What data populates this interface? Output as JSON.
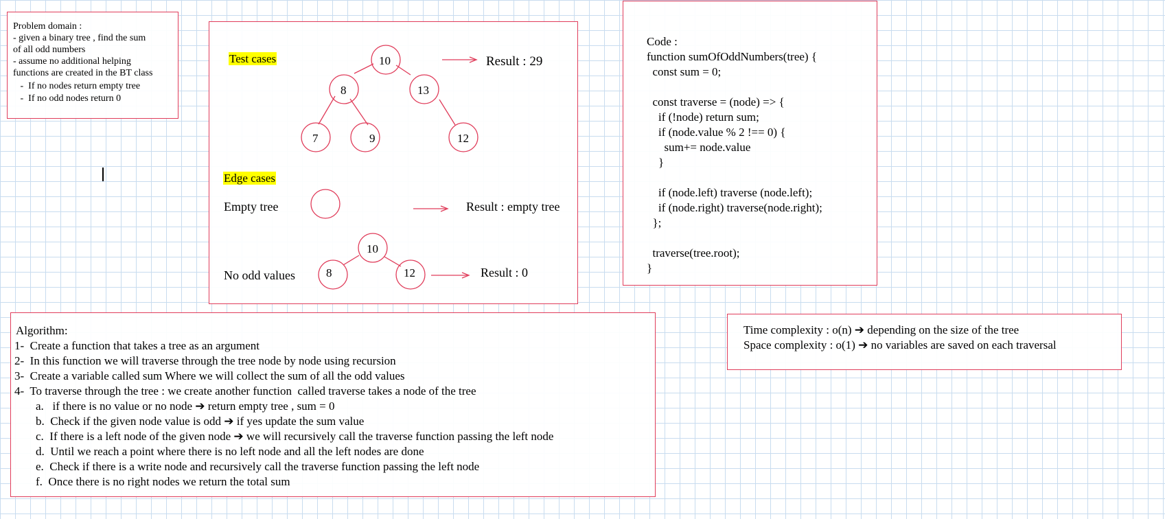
{
  "problem": {
    "title": "Problem domain :",
    "lines": [
      "- given a binary tree , find the sum",
      "of all odd numbers",
      "- assume no additional helping",
      "functions are created in the BT class",
      "   -  If no nodes return empty tree",
      "   -  If no odd nodes return 0"
    ]
  },
  "tests": {
    "test_label": "Test cases",
    "tree_nodes": [
      "10",
      "8",
      "13",
      "7",
      "9",
      "12"
    ],
    "test_result": "Result : 29",
    "edge_label": "Edge cases",
    "empty_label": "Empty tree",
    "empty_result": "Result : empty tree",
    "noodd_label": "No odd values",
    "noodd_nodes": [
      "10",
      "8",
      "12"
    ],
    "noodd_result": "Result : 0"
  },
  "code": {
    "lines": [
      "Code :",
      "function sumOfOddNumbers(tree) {",
      "  const sum = 0;",
      "",
      "  const traverse = (node) => {",
      "    if (!node) return sum;",
      "    if (node.value % 2 !== 0) {",
      "      sum+= node.value",
      "    }",
      "",
      "    if (node.left) traverse (node.left);",
      "    if (node.right) traverse(node.right);",
      "  };",
      "",
      "  traverse(tree.root);",
      "}"
    ]
  },
  "algorithm": {
    "title": "Algorithm:",
    "steps": [
      "1-  Create a function that takes a tree as an argument",
      "2-  In this function we will traverse through the tree node by node using recursion",
      "3-  Create a variable called sum Where we will collect the sum of all the odd values",
      "4-  To traverse through the tree : we create another function  called traverse takes a node of the tree"
    ],
    "substeps": [
      "a.   if there is no value or no node ➔ return empty tree , sum = 0",
      "b.  Check if the given node value is odd ➔ if yes update the sum value",
      "c.  If there is a left node of the given node ➔ we will recursively call the traverse function passing the left node",
      "d.  Until we reach a point where there is no left node and all the left nodes are done",
      "e.  Check if there is a write node and recursively call the traverse function passing the left node",
      "f.  Once there is no right nodes we return the total sum"
    ]
  },
  "complexity": {
    "time": "Time complexity : o(n) ➔ depending on the size of the tree",
    "space": "Space complexity : o(1) ➔ no variables are saved on each traversal"
  },
  "colors": {
    "border": "#e03c5a",
    "highlight": "#ffff00",
    "grid": "#c8dcef"
  }
}
